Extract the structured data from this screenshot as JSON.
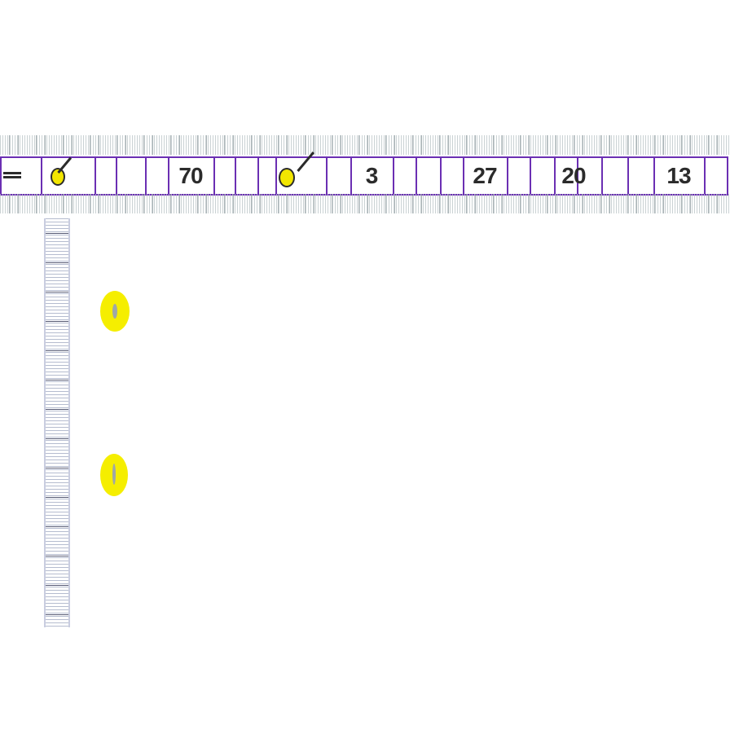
{
  "tape": {
    "labels": [
      "70",
      "3",
      "27",
      "20",
      "13"
    ]
  },
  "icons": {
    "menu": "menu-icon",
    "pin": "pin-icon",
    "marker": "yellow-marker-icon"
  },
  "colors": {
    "cell_border": "#6b2fb3",
    "label_text": "#2b2b2b",
    "marker": "#f5ee00"
  }
}
